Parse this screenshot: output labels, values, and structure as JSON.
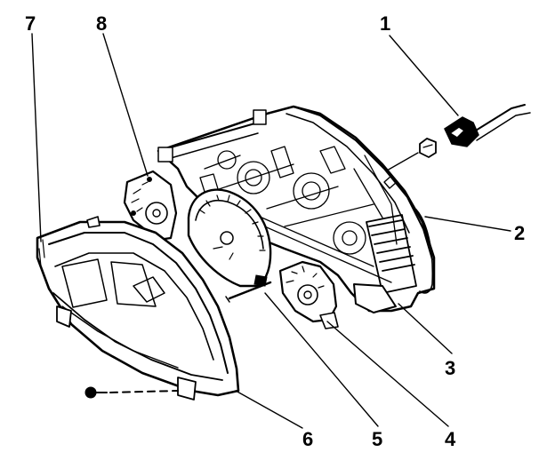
{
  "diagram": {
    "callouts": [
      {
        "label": "1"
      },
      {
        "label": "2"
      },
      {
        "label": "3"
      },
      {
        "label": "4"
      },
      {
        "label": "5"
      },
      {
        "label": "6"
      },
      {
        "label": "7"
      },
      {
        "label": "8"
      }
    ],
    "colors": {
      "ink": "#000000",
      "paper": "#ffffff"
    }
  }
}
